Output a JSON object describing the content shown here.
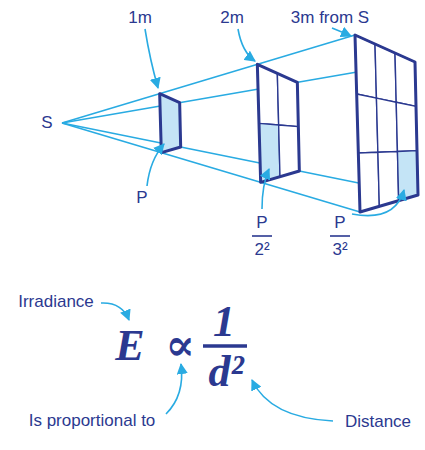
{
  "diagram": {
    "labels": [
      "1m",
      "2m",
      "3m from S",
      "S",
      "P",
      "P",
      "2²",
      "P",
      "3²",
      "Irradiance",
      "E",
      "∝",
      "1",
      "d²",
      "Is proportional to",
      "Distance"
    ]
  }
}
